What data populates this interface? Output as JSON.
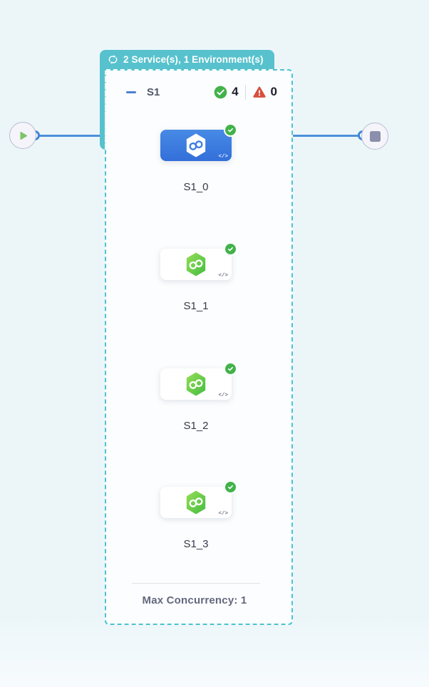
{
  "loop_badge": {
    "label": "2 Service(s), 1 Environment(s)"
  },
  "stage": {
    "name": "S1",
    "success_count": "4",
    "failure_count": "0",
    "footer": "Max Concurrency: 1",
    "steps": [
      {
        "label": "S1_0",
        "state": "selected"
      },
      {
        "label": "S1_1",
        "state": "success"
      },
      {
        "label": "S1_2",
        "state": "success"
      },
      {
        "label": "S1_3",
        "state": "success"
      }
    ]
  },
  "icons": {
    "code_label": "</>"
  },
  "colors": {
    "badge_teal": "#57c2cd",
    "dashed_border": "#4cc3d1",
    "edge_blue": "#4e90da",
    "selected_card_blue": "#3d7ee0",
    "success_green": "#42b24a",
    "failure_red": "#d7503f",
    "hex_green_start": "#97dd55",
    "hex_green_end": "#42bd41",
    "canvas_bg": "#ecf6f9"
  }
}
